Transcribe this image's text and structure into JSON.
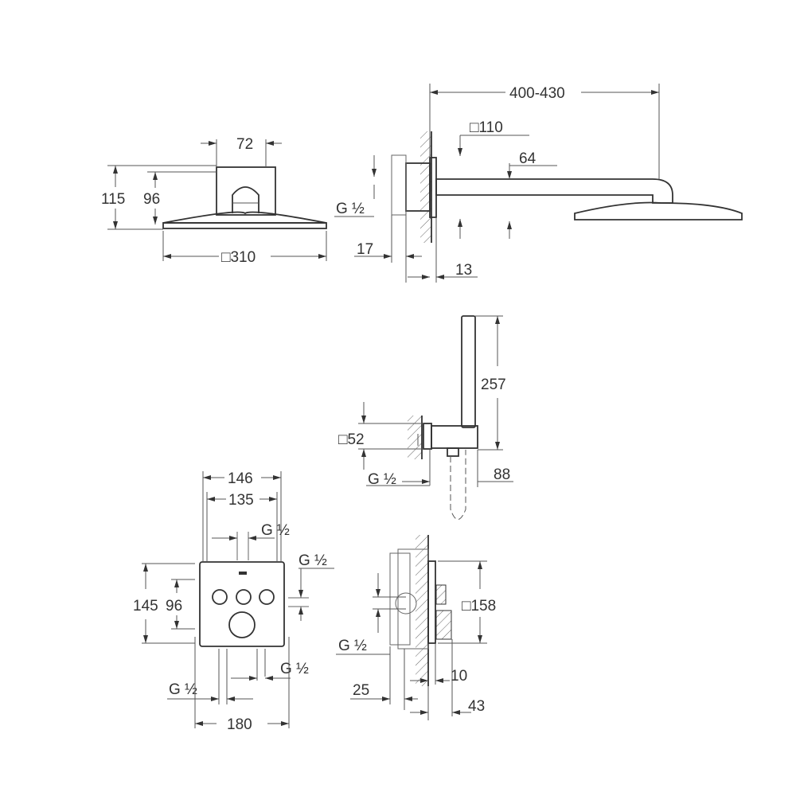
{
  "head_front": {
    "width_top": "72",
    "height_total": "115",
    "height_head": "96",
    "width_head": "□310"
  },
  "head_side": {
    "arm_length": "400-430",
    "flange": "□110",
    "arm_height": "64",
    "thread": "G ½",
    "depth_rough": "17",
    "depth_plate": "13"
  },
  "hand_shower": {
    "length": "257",
    "holder": "□52",
    "thread": "G ½",
    "projection": "88"
  },
  "mixer_front": {
    "width_outer": "146",
    "width_inner": "135",
    "thread_top": "G ½",
    "thread_right": "G ½",
    "height_total": "145",
    "height_inner": "96",
    "thread_bottom_right": "G ½",
    "thread_bottom_left": "G ½",
    "width_plate": "180"
  },
  "mixer_side": {
    "plate": "□158",
    "thread": "G ½",
    "depth_rough": "25",
    "plate_depth": "10",
    "knob_depth": "43"
  }
}
